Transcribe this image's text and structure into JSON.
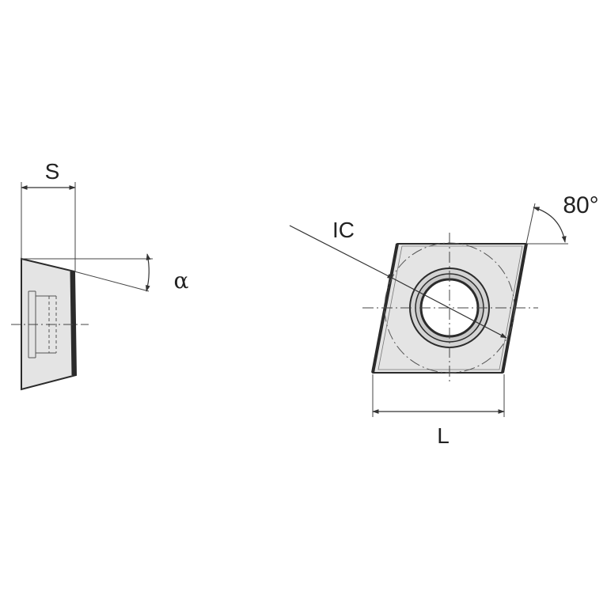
{
  "labels": {
    "thickness": "S",
    "clearance_angle": "α",
    "inscribed_circle": "IC",
    "corner_angle": "80°",
    "edge_length": "L"
  },
  "colors": {
    "insert_fill": "#e4e4e4",
    "outline": "#2b2b2b",
    "line": "#333333"
  }
}
